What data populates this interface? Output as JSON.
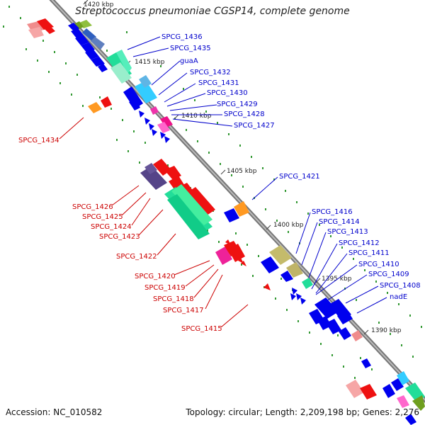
{
  "title": "Streptococcus pneumoniae CGSP14, complete genome",
  "footer": {
    "accession": "Accession: NC_010582",
    "summary": "Topology: circular; Length: 2,209,198 bp; Genes: 2,276"
  },
  "colors": {
    "backbone": "#888888",
    "forward_labels": "#0000cc",
    "reverse_labels": "#cc0000",
    "tick_dots": "#339933",
    "cds_forward": "#0000ee",
    "cds_reverse": "#ee0000"
  },
  "ruler": [
    {
      "label": "1420 kbp"
    },
    {
      "label": "1415 kbp"
    },
    {
      "label": "1410 kbp"
    },
    {
      "label": "1405 kbp"
    },
    {
      "label": "1400 kbp"
    },
    {
      "label": "1395 kbp"
    },
    {
      "label": "1390 kbp"
    }
  ],
  "forward_gene_labels": [
    "SPCG_1436",
    "SPCG_1435",
    "guaA",
    "SPCG_1432",
    "SPCG_1431",
    "SPCG_1430",
    "SPCG_1429",
    "SPCG_1428",
    "SPCG_1427",
    "SPCG_1421",
    "SPCG_1416",
    "SPCG_1414",
    "SPCG_1413",
    "SPCG_1412",
    "SPCG_1411",
    "SPCG_1410",
    "SPCG_1409",
    "SPCG_1408",
    "nadE"
  ],
  "reverse_gene_labels": [
    "SPCG_1434",
    "SPCG_1426",
    "SPCG_1425",
    "SPCG_1424",
    "SPCG_1423",
    "SPCG_1422",
    "SPCG_1420",
    "SPCG_1419",
    "SPCG_1418",
    "SPCG_1417",
    "SPCG_1415"
  ]
}
